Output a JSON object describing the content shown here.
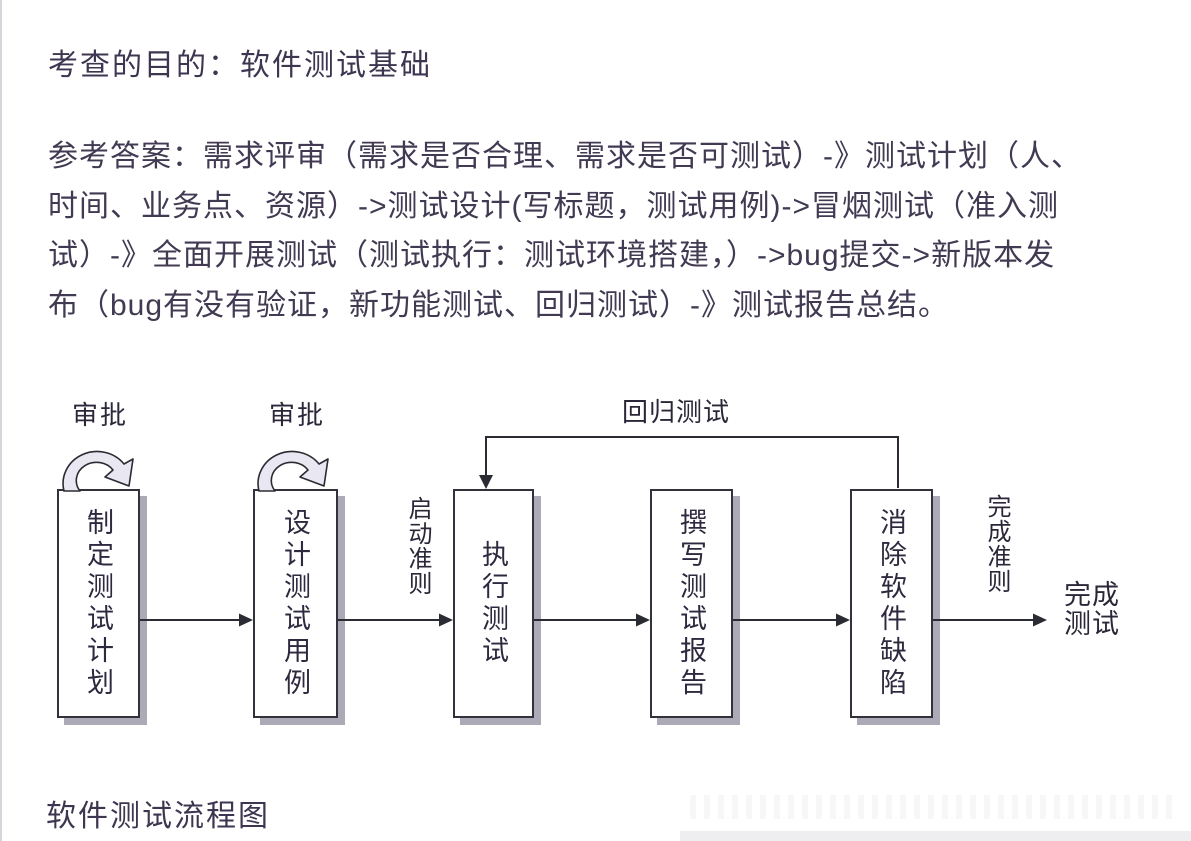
{
  "page": {
    "title_line": "考查的目的：软件测试基础",
    "answer_lines": [
      "参考答案：需求评审（需求是否合理、需求是否可测试）-》测试计划（人、",
      "时间、业务点、资源）->测试设计(写标题，测试用例)->冒烟测试（准入测",
      "试）-》全面开展测试（测试执行：测试环境搭建，）->bug提交->新版本发",
      "布（bug有没有验证，新功能测试、回归测试）-》测试报告总结。"
    ],
    "caption": "软件测试流程图"
  },
  "flowchart": {
    "boxes": [
      {
        "label": "制定测试计划"
      },
      {
        "label": "设计测试用例"
      },
      {
        "label": "执行测试"
      },
      {
        "label": "撰写测试报告"
      },
      {
        "label": "消除软件缺陷"
      }
    ],
    "labels": {
      "approval_1": "审批",
      "approval_2": "审批",
      "start_criteria": "启动准则",
      "regression": "回归测试",
      "finish_criteria": "完成准则",
      "finish": "完成测试"
    },
    "colors": {
      "text": "#413a52",
      "diagram_line": "#2b2b33",
      "box_border": "#32323c",
      "box_shadow": "#abaab6",
      "ribbon_fill": "#e9e7f1"
    }
  }
}
